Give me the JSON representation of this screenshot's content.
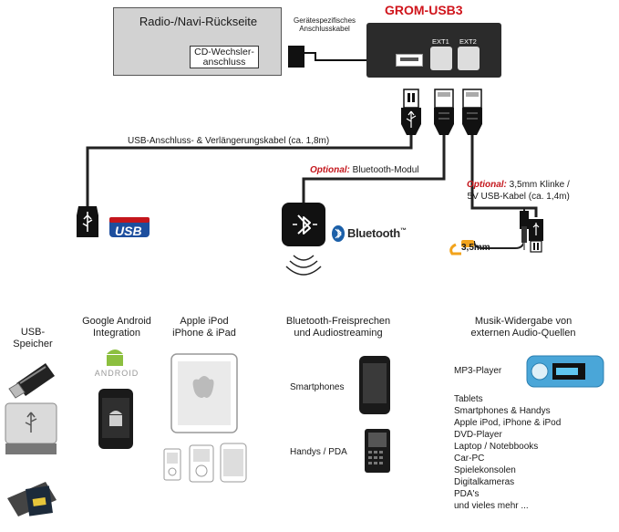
{
  "radio": {
    "title": "Radio-/Navi-Rückseite",
    "cd_changer": "CD-Wechsler-\nanschluss"
  },
  "device_cable": {
    "label": "Gerätespezifisches\nAnschlusskabel"
  },
  "grom": {
    "title": "GROM-USB3",
    "ext1": "EXT1",
    "ext2": "EXT2"
  },
  "usb_cable": {
    "label": "USB-Anschluss- & Verlängerungskabel (ca. 1,8m)",
    "usb_logo": "USB"
  },
  "bluetooth": {
    "optional": "Optional:",
    "label": "Bluetooth-Modul",
    "brand": "Bluetooth",
    "tm": "™"
  },
  "aux": {
    "optional": "Optional:",
    "label_line1": "3,5mm Klinke /",
    "label_line2": "5V USB-Kabel (ca. 1,4m)",
    "jack_label": "3,5mm"
  },
  "columns": {
    "usb_storage": {
      "heading": "USB-Speicher"
    },
    "android": {
      "heading": "Google Android\nIntegration",
      "logo_text": "ANDROID"
    },
    "apple": {
      "heading": "Apple iPod\niPhone & iPad"
    },
    "bt_stream": {
      "heading": "Bluetooth-Freisprechen\nund Audiostreaming",
      "smartphones": "Smartphones",
      "handys": "Handys / PDA"
    },
    "music": {
      "heading": "Musik-Widergabe von\nexternen Audio-Quellen",
      "mp3": "MP3-Player",
      "items": [
        "Tablets",
        "Smartphones & Handys",
        "Apple iPod, iPhone & iPod",
        "DVD-Player",
        "Laptop / Notebbooks",
        "Car-PC",
        "Spielekonsolen",
        "Digitalkameras",
        "PDA's",
        "und vieles mehr ..."
      ]
    }
  },
  "colors": {
    "accent_red": "#c4161c",
    "title_red": "#d0151c",
    "box_gray": "#d2d2d2",
    "device_dark": "#2b2b2b",
    "bt_blue": "#1b5fa8",
    "usb_blue": "#1d4e9e",
    "mp3_blue": "#4aa6d8",
    "jack_orange": "#f2a31b"
  }
}
